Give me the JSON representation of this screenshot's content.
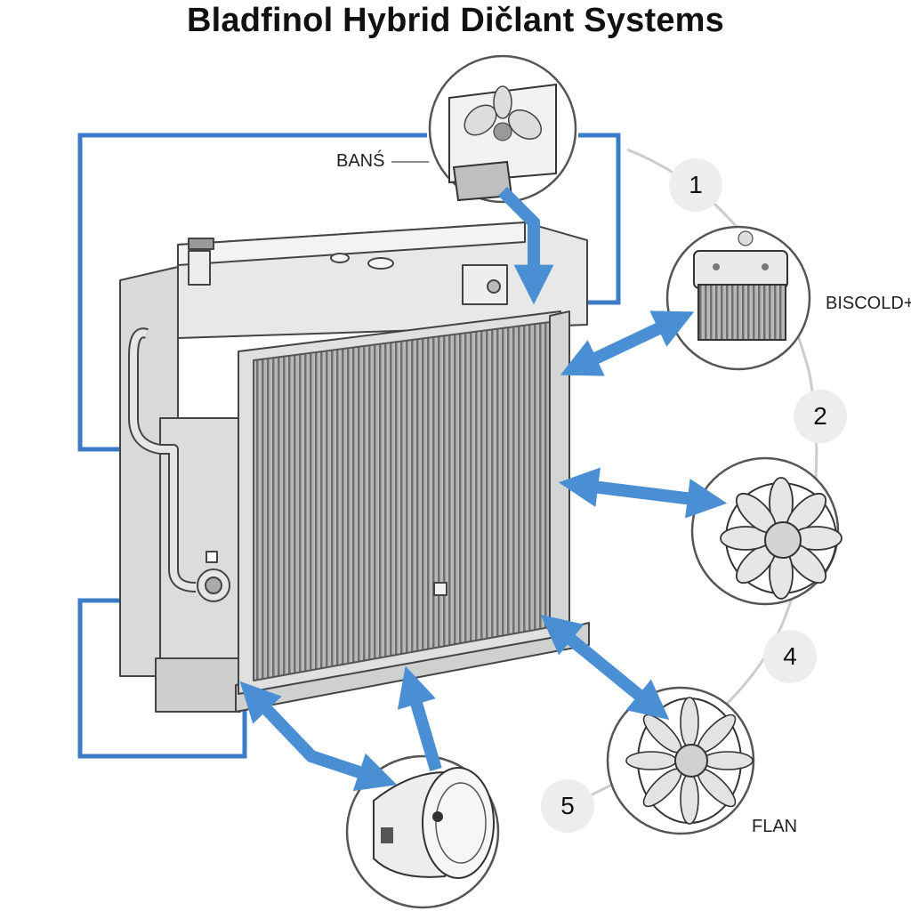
{
  "diagram": {
    "title": "Bladfinol Hybrid Dičlant Systems",
    "labels": {
      "bans": "BANŚ",
      "biscold": "BISCOLD+",
      "flan": "FLAN"
    },
    "steps": [
      "1",
      "2",
      "4",
      "5"
    ],
    "components": [
      {
        "icon": "blower-housing-icon"
      },
      {
        "icon": "radiator-fan-shroud-icon"
      },
      {
        "icon": "axial-fan-icon"
      },
      {
        "icon": "angled-fan-icon"
      },
      {
        "icon": "coolant-reservoir-icon"
      }
    ],
    "colors": {
      "flow_arrow": "#4a8fd4",
      "flow_line": "#3b7cc4",
      "radiator_body": "#e4e4e4",
      "radiator_fins": "#8e8e8e",
      "outline": "#444444",
      "badge": "#ededed"
    }
  }
}
